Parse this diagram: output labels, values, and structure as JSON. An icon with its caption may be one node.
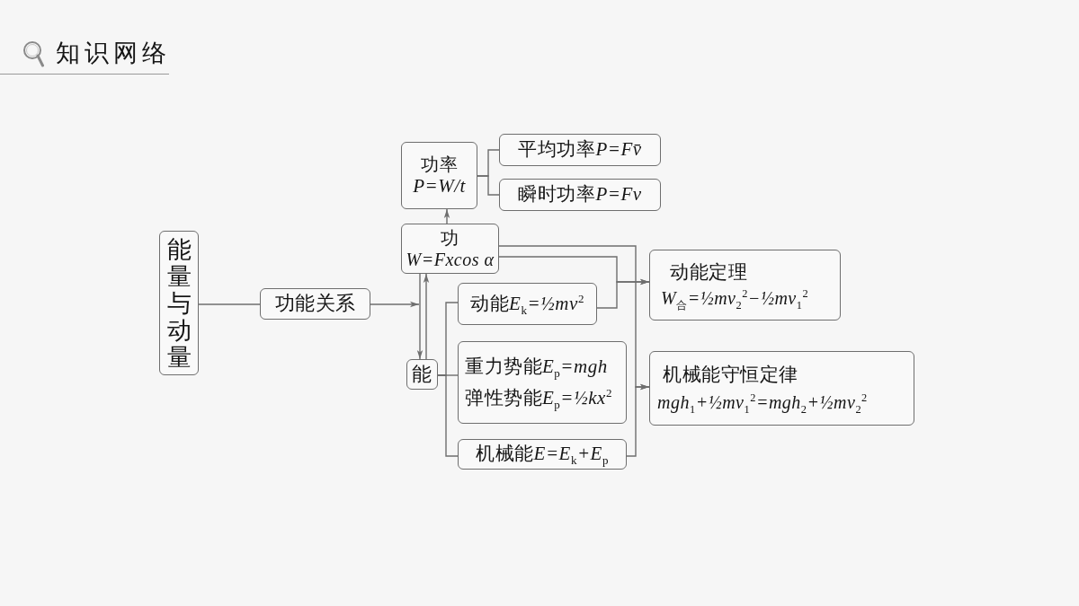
{
  "diagram": {
    "title": "知识网络",
    "nodes": [
      {
        "text": [
          "能量与动量"
        ]
      },
      {
        "text": [
          "功能关系"
        ]
      },
      {
        "text": [
          "功率",
          "P=W/t"
        ]
      },
      {
        "text": [
          "平均功率P=Fv̄"
        ]
      },
      {
        "text": [
          "瞬时功率P=Fv"
        ]
      },
      {
        "text": [
          "功",
          "W=Fxcos α"
        ]
      },
      {
        "text": [
          "能"
        ]
      },
      {
        "text": [
          "动能E$_{k}$=½mv$^{2}$"
        ]
      },
      {
        "text": [
          "重力势能E$_{p}$=mgh",
          "弹性势能E$_{p}$=½kx$^{2}$"
        ]
      },
      {
        "text": [
          "机械能E=E$_{k}$+E$_{p}$"
        ]
      },
      {
        "text": [
          "动能定理",
          "W$_{合}$=½mv$_{2}$$^{2}$−½mv$_{1}$$^{2}$"
        ]
      },
      {
        "text": [
          "机械能守恒定律",
          "mgh$_{1}$+½mv$_{1}$$^{2}$=mgh$_{2}$+½mv$_{2}$$^{2}$"
        ]
      }
    ],
    "edges": [
      {
        "from": 0,
        "to": 1,
        "arrow": "none"
      },
      {
        "from": 1,
        "to": null,
        "arrow": "to"
      },
      {
        "from": 5,
        "to": 6,
        "arrow": "to"
      },
      {
        "from": 6,
        "to": 5,
        "arrow": "to"
      },
      {
        "from": 5,
        "to": 2,
        "arrow": "to"
      },
      {
        "from": 2,
        "to": 3,
        "arrow": "none"
      },
      {
        "from": 2,
        "to": 4,
        "arrow": "none"
      },
      {
        "from": 6,
        "to": 7,
        "arrow": "none"
      },
      {
        "from": 6,
        "to": 8,
        "arrow": "none"
      },
      {
        "from": 6,
        "to": 9,
        "arrow": "none"
      },
      {
        "from": 5,
        "to": 10,
        "arrow": "to"
      },
      {
        "from": 7,
        "to": 10,
        "arrow": "to"
      },
      {
        "from": 5,
        "to": 11,
        "arrow": "to"
      },
      {
        "from": 9,
        "to": 11,
        "arrow": "to"
      }
    ]
  }
}
